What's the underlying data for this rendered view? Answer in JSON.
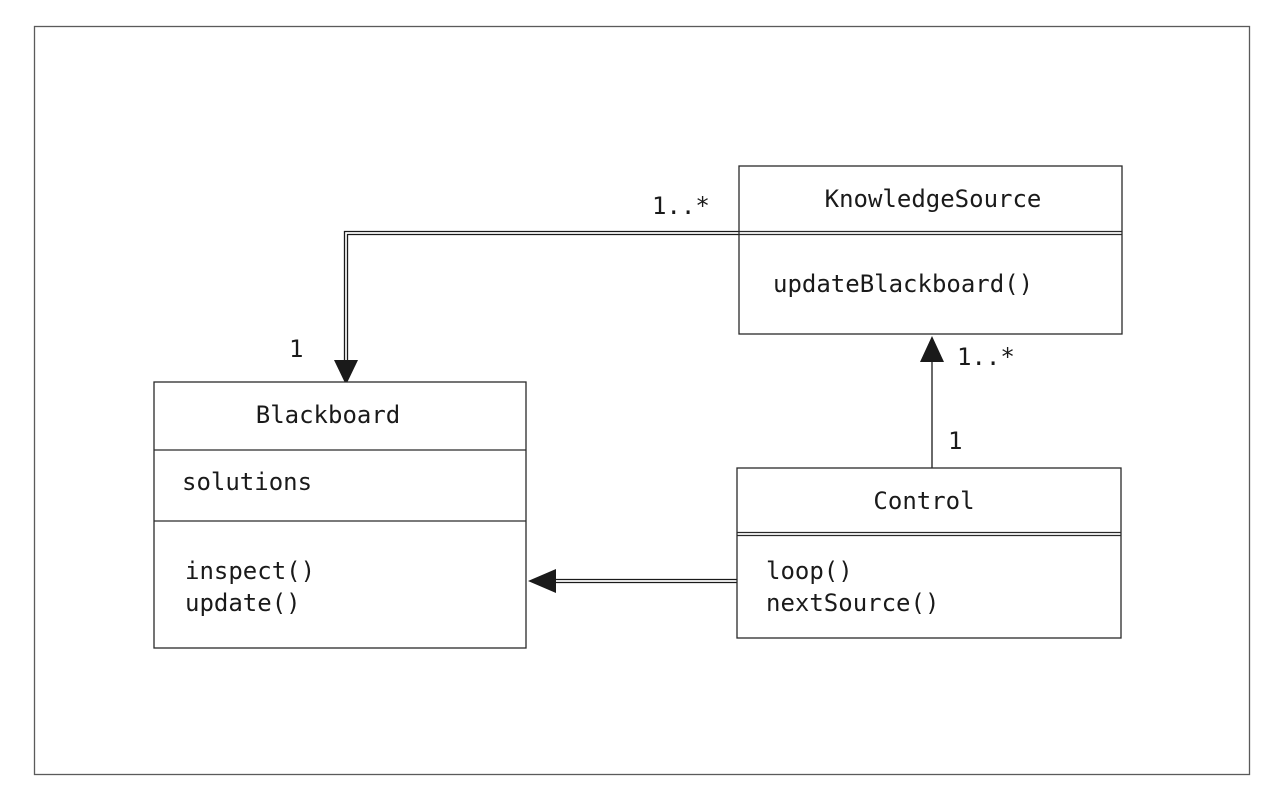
{
  "classes": {
    "blackboard": {
      "name": "Blackboard",
      "attributes": [
        "solutions"
      ],
      "methods": [
        "inspect()",
        "update()"
      ]
    },
    "knowledge_source": {
      "name": "KnowledgeSource",
      "methods": [
        "updateBlackboard()"
      ]
    },
    "control": {
      "name": "Control",
      "methods": [
        "loop()",
        "nextSource()"
      ]
    }
  },
  "multiplicities": {
    "ks_to_blackboard_source": "1..*",
    "ks_to_blackboard_target": "1",
    "control_to_ks_target": "1..*",
    "control_to_ks_source": "1"
  },
  "colors": {
    "line": "#1a1a1a",
    "frame": "#5a5a5a",
    "background": "#ffffff"
  }
}
